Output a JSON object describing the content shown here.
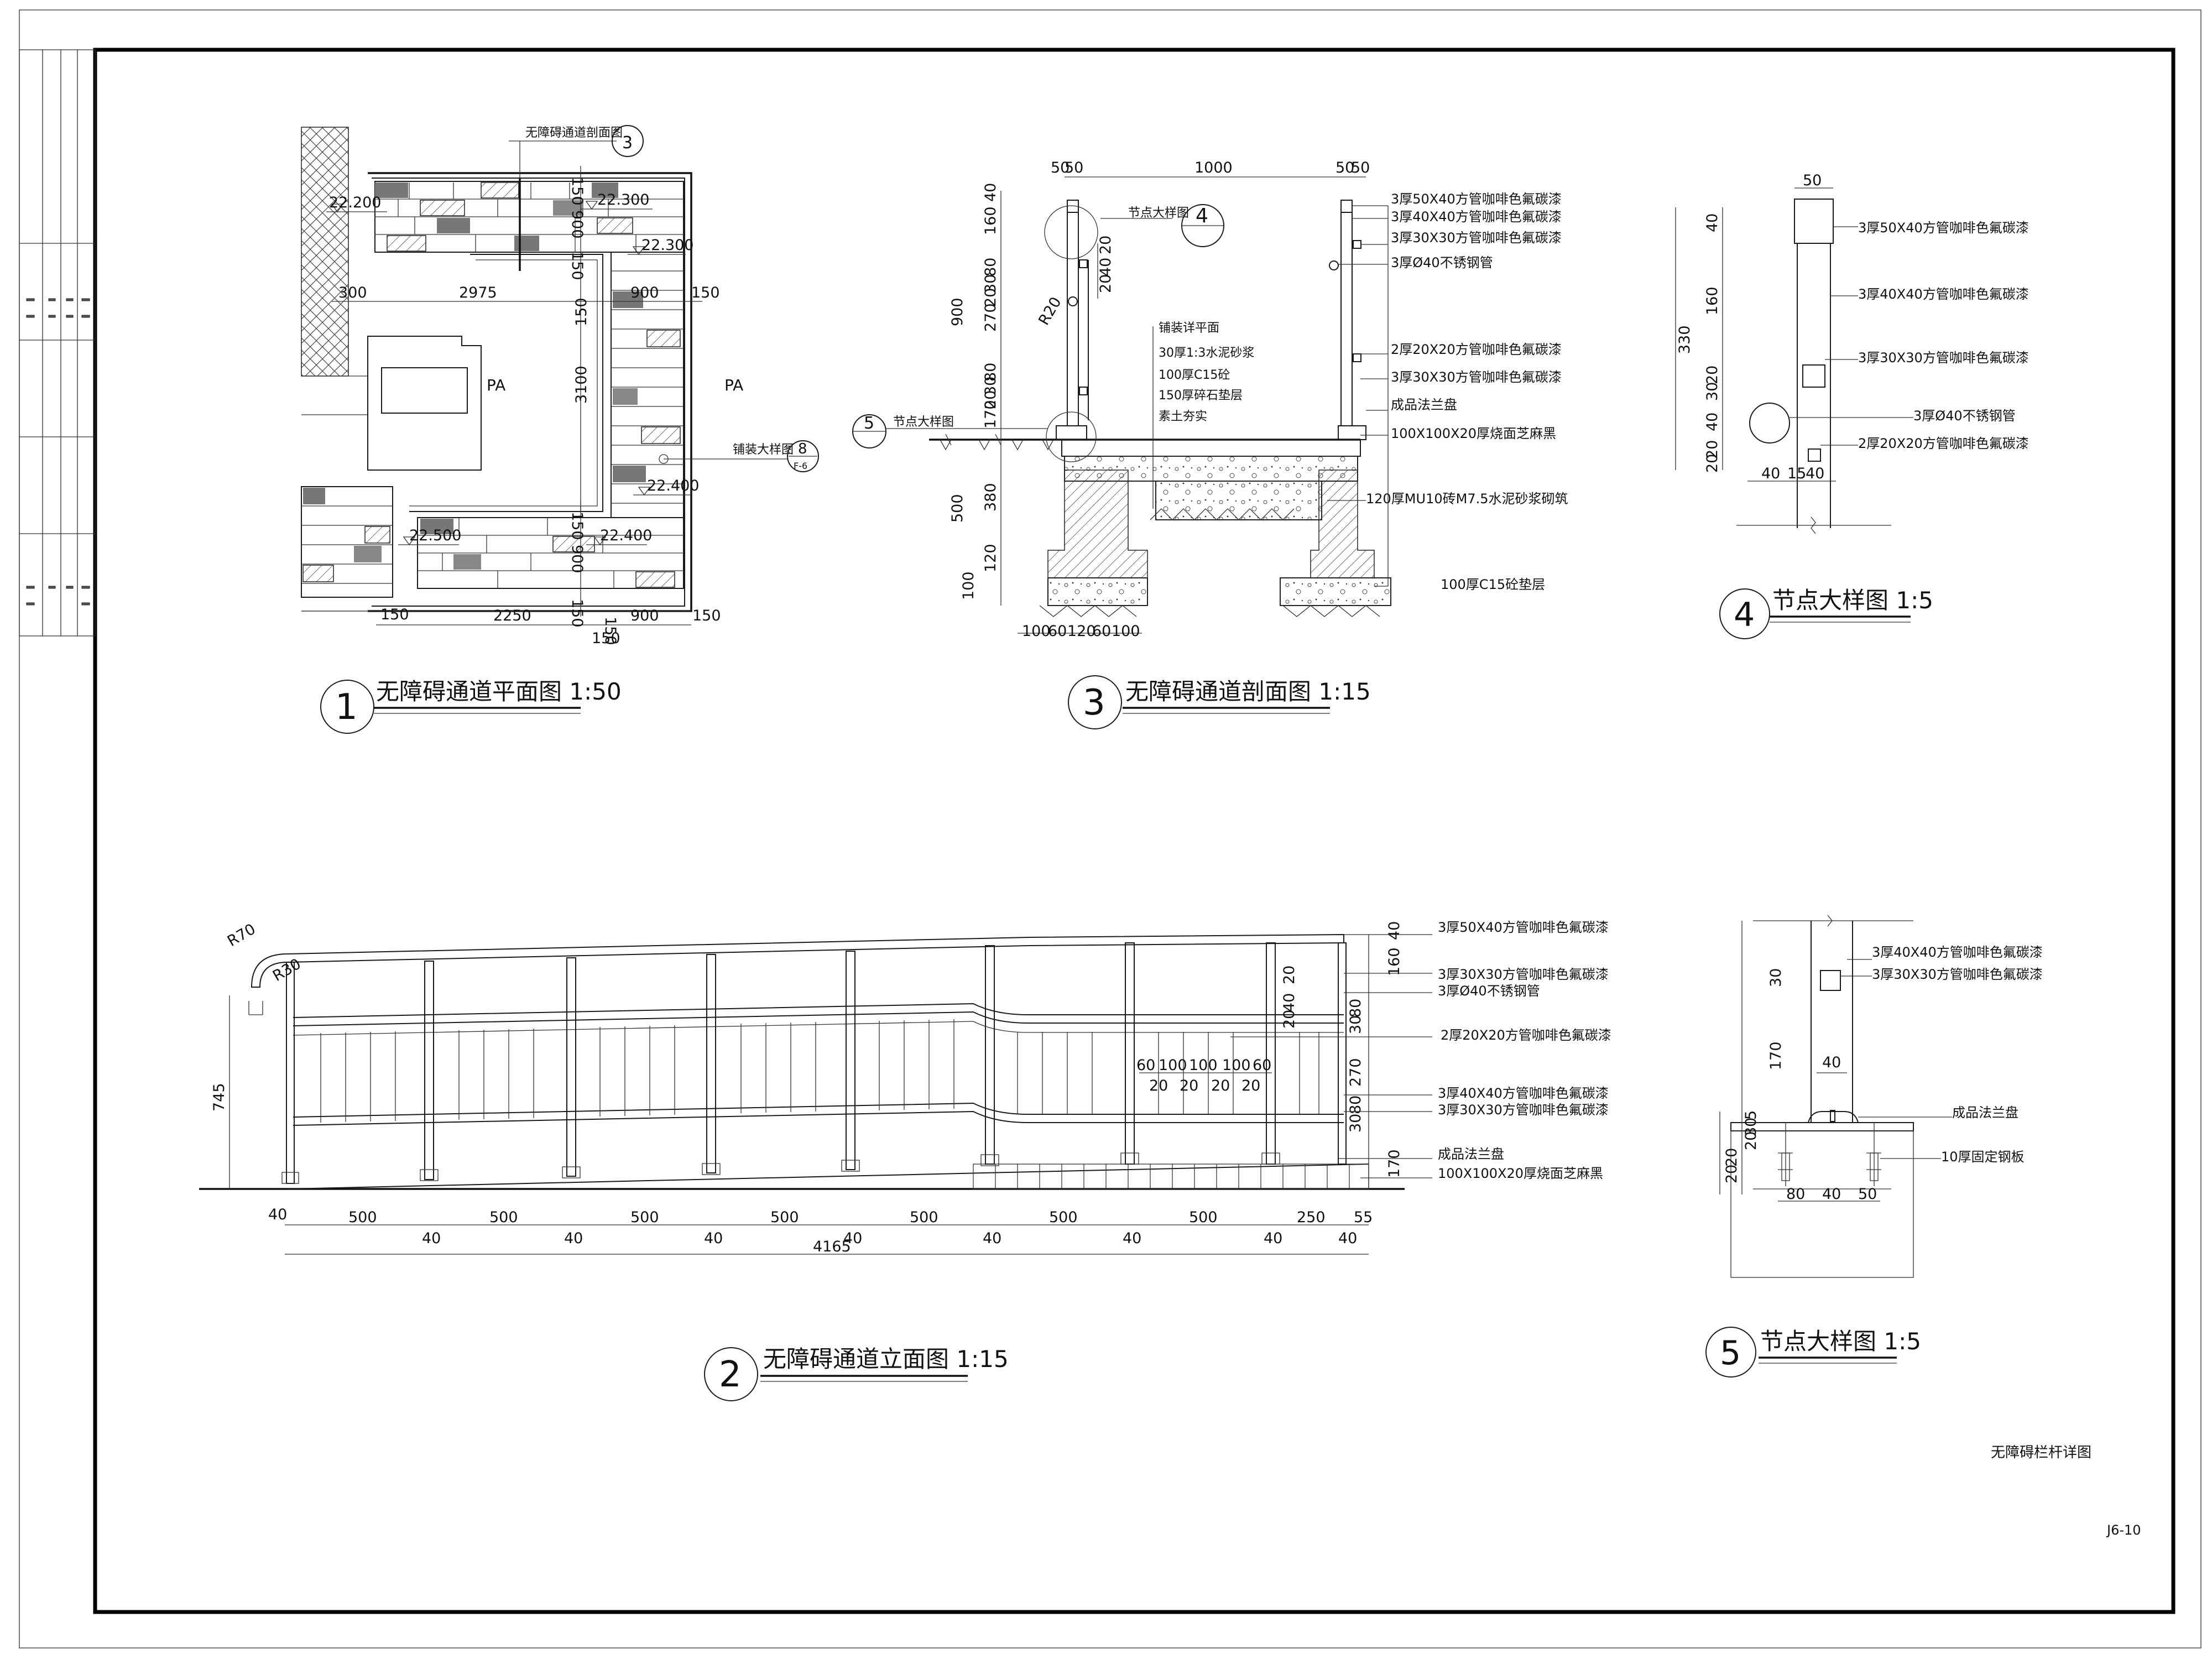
{
  "sheet": {
    "drawing_title": "无障碍栏杆详图",
    "sheet_no": "J6-10"
  },
  "plan": {
    "title": "无障碍通道平面图 1:50",
    "num": "1",
    "section_ref_label": "无障碍通道剖面图",
    "section_ref_num": "3",
    "paving_ref_label": "铺装大样图",
    "paving_ref_num": "8",
    "paving_ref_sub": "F-6",
    "pa_left": "PA",
    "pa_right": "PA",
    "elevs": [
      "22.200",
      "22.300",
      "22.300",
      "22.400",
      "22.500",
      "22.400"
    ],
    "dims": {
      "d300": "300",
      "d2975": "2975",
      "d900": "900",
      "d150": "150",
      "d3100": "3100",
      "d150b": "150",
      "d2250": "2250",
      "d900b": "900",
      "d150c": "150",
      "d150d": "150",
      "d150e": "150",
      "d900v": "900",
      "d150v1": "150",
      "d150v2": "150",
      "d900v2": "900",
      "d150v3": "150",
      "d150v4": "150",
      "d150v5": "150"
    }
  },
  "section": {
    "title": "无障碍通道剖面图 1:15",
    "num": "3",
    "node4_label": "节点大样图",
    "node4_num": "4",
    "node5_label": "节点大样图",
    "node5_num": "5",
    "r20": "R20",
    "top_dims": [
      "50",
      "50",
      "1000",
      "50",
      "50"
    ],
    "left_dims": [
      "40",
      "160",
      "80",
      "30",
      "20",
      "900",
      "270",
      "80",
      "30",
      "20",
      "170",
      "500",
      "380",
      "120",
      "100"
    ],
    "mid_dims": [
      "20",
      "40",
      "20"
    ],
    "bottom_dims": [
      "100",
      "60",
      "120",
      "60",
      "100"
    ],
    "layers": [
      "铺装详平面",
      "30厚1:3水泥砂浆",
      "100厚C15砼",
      "150厚碎石垫层",
      "素土夯实"
    ],
    "callouts": [
      "3厚50X40方管咖啡色氟碳漆",
      "3厚40X40方管咖啡色氟碳漆",
      "3厚30X30方管咖啡色氟碳漆",
      "3厚Ø40不锈钢管",
      "2厚20X20方管咖啡色氟碳漆",
      "3厚30X30方管咖啡色氟碳漆",
      "成品法兰盘",
      "100X100X20厚烧面芝麻黑",
      "120厚MU10砖M7.5水泥砂浆砌筑",
      "100厚C15砼垫层"
    ]
  },
  "node4": {
    "title": "节点大样图 1:5",
    "num": "4",
    "top_dim": "50",
    "left_dims": [
      "40",
      "160",
      "330",
      "20",
      "30",
      "40",
      "20",
      "20"
    ],
    "bottom_dims": [
      "40",
      "15",
      "40"
    ],
    "callouts": [
      "3厚50X40方管咖啡色氟碳漆",
      "3厚40X40方管咖啡色氟碳漆",
      "3厚30X30方管咖啡色氟碳漆",
      "3厚Ø40不锈钢管",
      "2厚20X20方管咖啡色氟碳漆"
    ]
  },
  "elevation": {
    "title": "无障碍通道立面图 1:15",
    "num": "2",
    "r70": "R70",
    "r30": "R30",
    "d745": "745",
    "bottom_dims": [
      "40",
      "500",
      "500",
      "500",
      "500",
      "500",
      "500",
      "500",
      "250",
      "55"
    ],
    "post_dims": [
      "40",
      "40",
      "40",
      "40",
      "40",
      "40",
      "40",
      "40"
    ],
    "total": "4165",
    "mid_dims": [
      "60",
      "100",
      "100",
      "100",
      "60"
    ],
    "mid_dims2": [
      "20",
      "20",
      "20",
      "20"
    ],
    "right_dims": [
      "40",
      "160",
      "20",
      "40",
      "20",
      "80",
      "30",
      "270",
      "80",
      "30",
      "170"
    ],
    "callouts": [
      "3厚50X40方管咖啡色氟碳漆",
      "3厚30X30方管咖啡色氟碳漆",
      "3厚Ø40不锈钢管",
      "2厚20X20方管咖啡色氟碳漆",
      "3厚40X40方管咖啡色氟碳漆",
      "3厚30X30方管咖啡色氟碳漆",
      "成品法兰盘",
      "100X100X20厚烧面芝麻黑"
    ]
  },
  "node5": {
    "title": "节点大样图 1:5",
    "num": "5",
    "left_dims": [
      "30",
      "170",
      "20",
      "30",
      "5",
      "20",
      "20"
    ],
    "mid_dim": "40",
    "bottom_dims": [
      "80",
      "40",
      "50"
    ],
    "callouts": [
      "3厚40X40方管咖啡色氟碳漆",
      "3厚30X30方管咖啡色氟碳漆",
      "成品法兰盘",
      "10厚固定钢板"
    ]
  }
}
